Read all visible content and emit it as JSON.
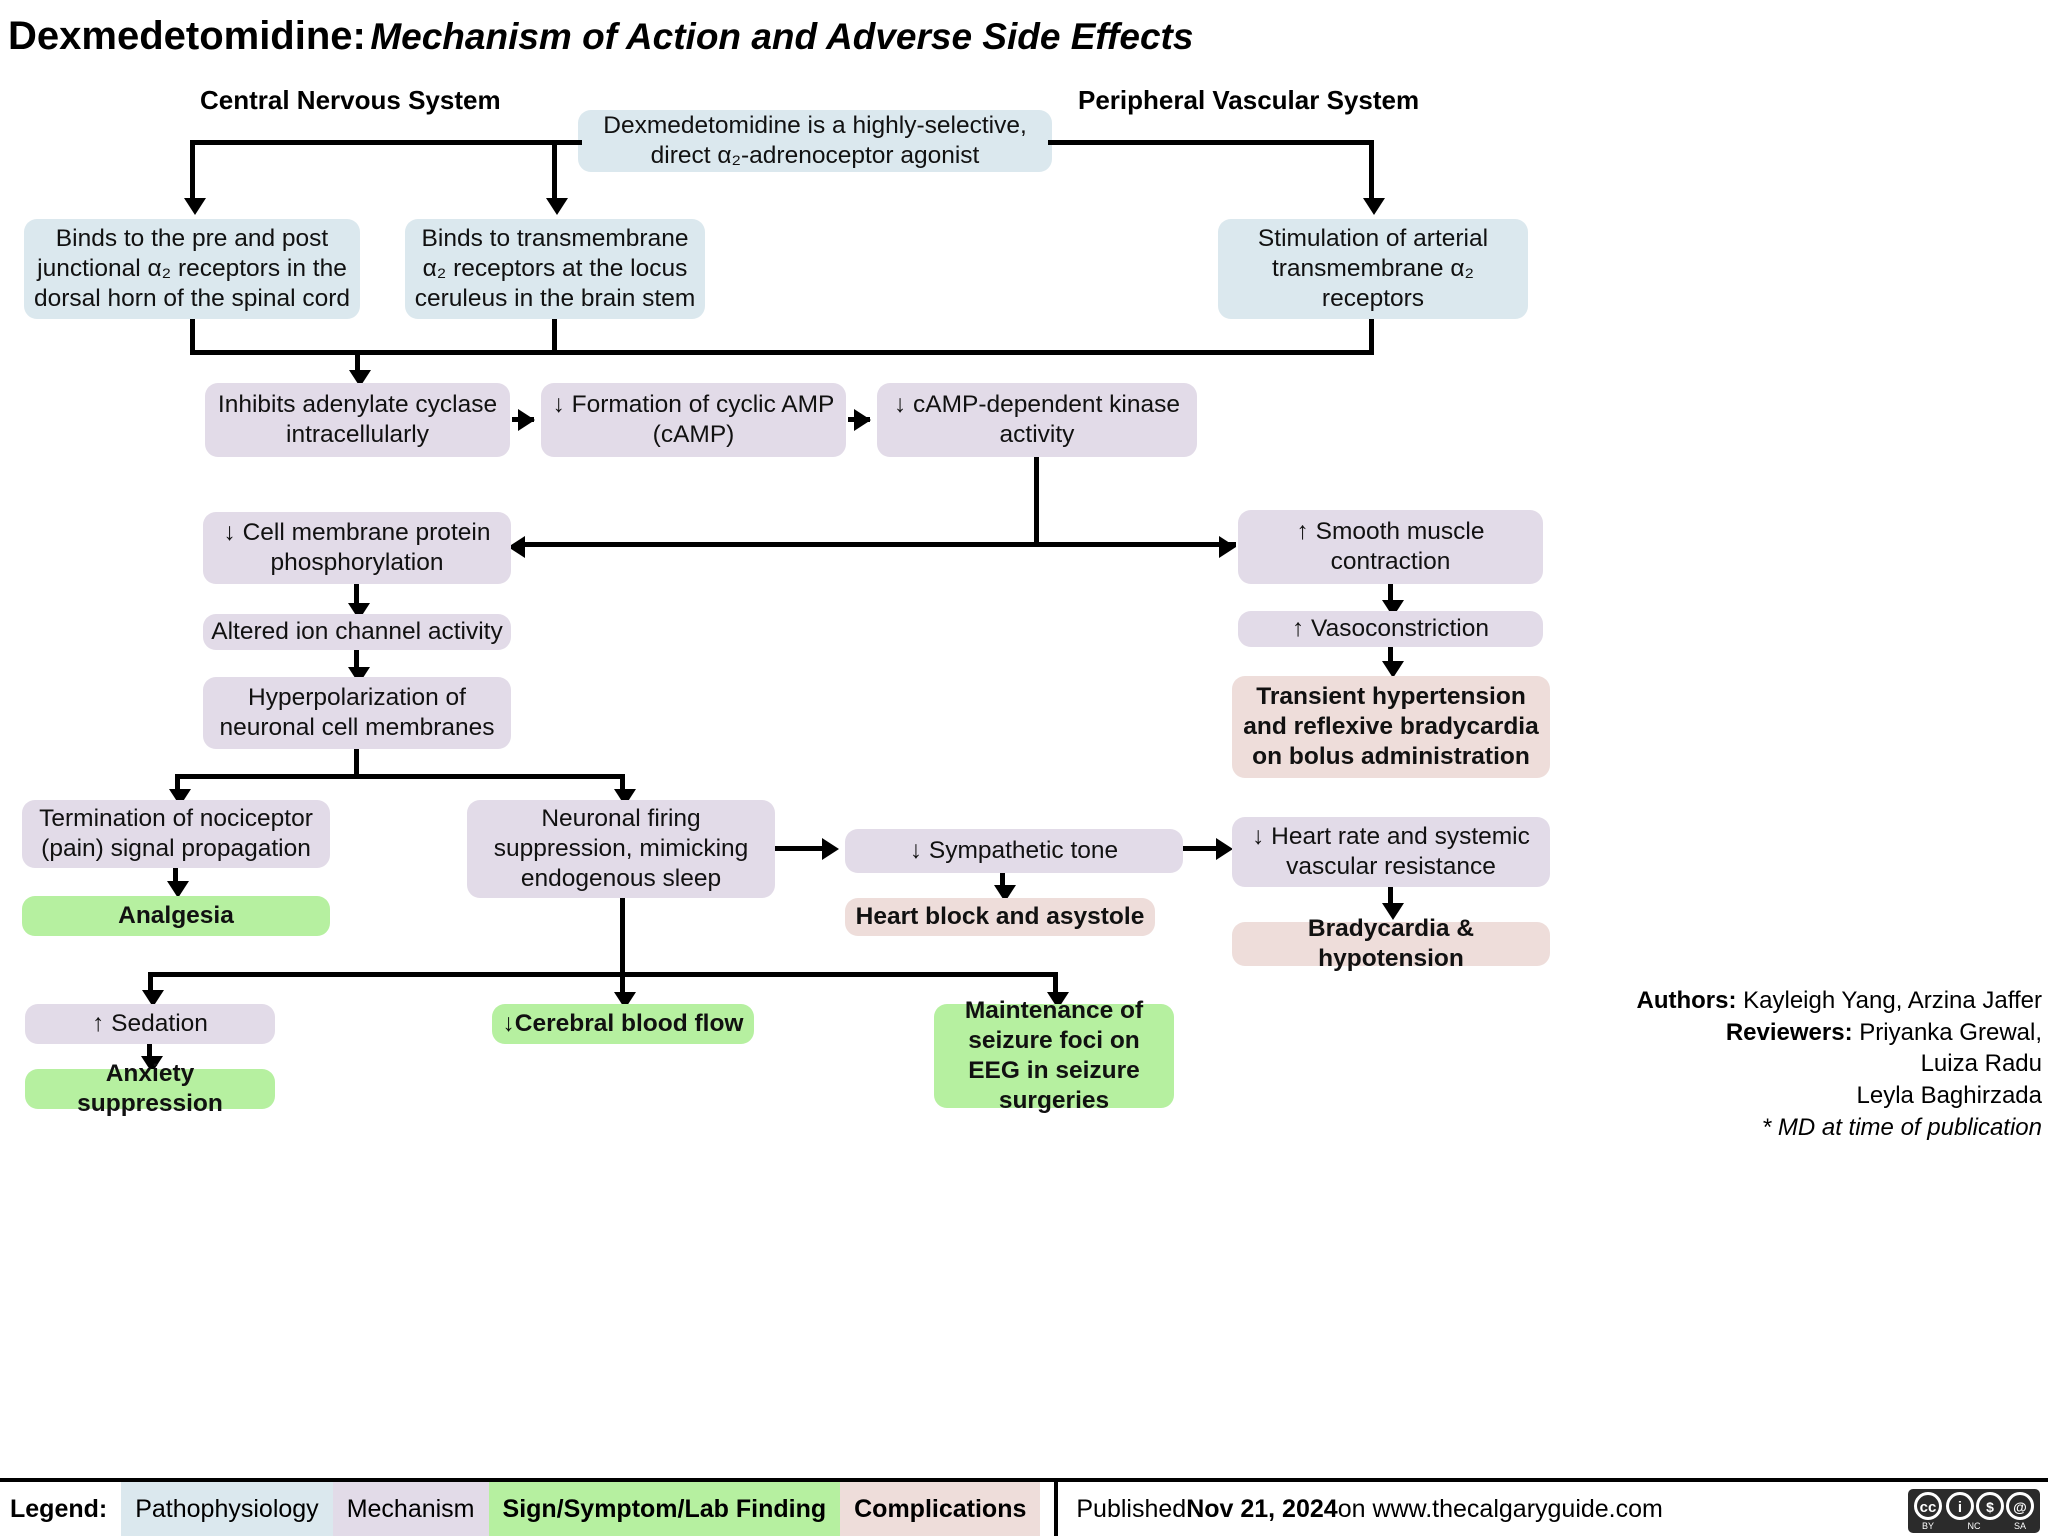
{
  "title": {
    "main": "Dexmedetomidine:",
    "subtitle": "Mechanism of Action and Adverse Side Effects"
  },
  "sections": {
    "cns": "Central Nervous System",
    "pvs": "Peripheral Vascular System"
  },
  "nodes": {
    "intro": "Dexmedetomidine is a highly-selective, direct α₂-adrenoceptor agonist",
    "binds_dorsal": "Binds to the pre and post junctional α₂ receptors in the dorsal horn of the spinal cord",
    "binds_locus": "Binds to transmembrane α₂  receptors at the locus ceruleus in the brain stem",
    "arterial": "Stimulation of arterial transmembrane α₂ receptors",
    "inhibits_ac": "Inhibits adenylate cyclase intracellularly",
    "camp_form": "↓ Formation of cyclic AMP (cAMP)",
    "camp_kinase": "↓ cAMP-dependent kinase activity",
    "phosphorylation": "↓ Cell membrane protein phosphorylation",
    "ion_channel": "Altered ion channel activity",
    "hyperpolarization": "Hyperpolarization of neuronal cell membranes",
    "smooth_muscle": "↑ Smooth muscle contraction",
    "vasoconstriction": "↑ Vasoconstriction",
    "transient_htn": "Transient hypertension and reflexive bradycardia on bolus administration",
    "nociceptor": "Termination of nociceptor (pain) signal propagation",
    "analgesia": "Analgesia",
    "neuronal_firing": "Neuronal firing suppression, mimicking endogenous sleep",
    "sympathetic": "↓ Sympathetic tone",
    "heart_block": "Heart block and asystole",
    "heart_rate": "↓ Heart rate and systemic vascular resistance",
    "bradycardia": "Bradycardia &  hypotension",
    "sedation": "↑ Sedation",
    "anxiety": "Anxiety suppression",
    "cerebral_flow": "↓Cerebral blood flow",
    "seizure_foci": "Maintenance of seizure foci on EEG in seizure surgeries"
  },
  "authors": {
    "authors_label": "Authors:",
    "authors_names": " Kayleigh Yang, Arzina Jaffer",
    "reviewers_label": "Reviewers:",
    "reviewers_line1": " Priyanka Grewal,",
    "reviewers_line2": "Luiza Radu",
    "reviewers_line3": "Leyla Baghirzada",
    "footnote": "* MD at time of publication"
  },
  "footer": {
    "legend_label": "Legend:",
    "legend_items": [
      "Pathophysiology",
      "Mechanism",
      "Sign/Symptom/Lab Finding",
      "Complications"
    ],
    "published_prefix": "Published ",
    "published_date": "Nov 21, 2024",
    "published_suffix": " on www.thecalgaryguide.com",
    "license": "CC BY-NC-SA"
  },
  "colors": {
    "pathophysiology": "#dbe8ee",
    "mechanism": "#e2dbe8",
    "sign": "#b6f0a0",
    "complication": "#eeddda"
  }
}
